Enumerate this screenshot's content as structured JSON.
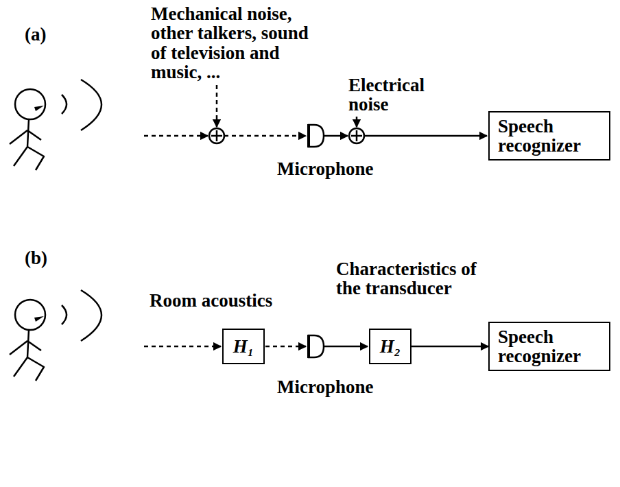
{
  "diagram": {
    "nodes": [
      {
        "text": [
          "Speech recognizer"
        ]
      },
      {
        "text": [
          "H₁"
        ]
      },
      {
        "text": [
          "H₂"
        ]
      },
      {
        "text": [
          "Speech recognizer"
        ]
      }
    ],
    "edges": [
      {
        "from": 2,
        "to": 3,
        "arrow": "to"
      }
    ],
    "labels": [
      "(a)",
      "Mechanical noise, other talkers, sound of television and music, ...",
      "Electrical noise",
      "Microphone",
      "(b)",
      "Room acoustics",
      "Characteristics of the transducer",
      "Microphone"
    ]
  }
}
